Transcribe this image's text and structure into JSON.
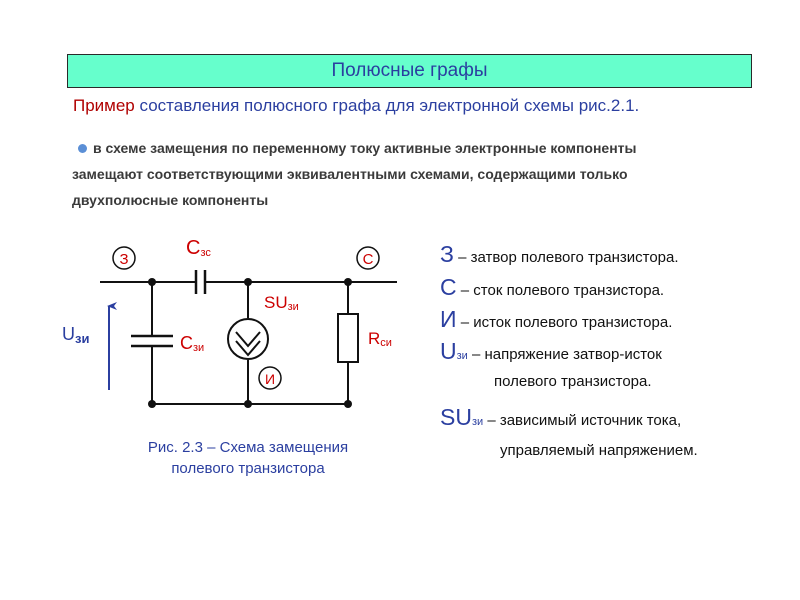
{
  "header": {
    "title": "Полюсные графы"
  },
  "subtitle": {
    "lead": "Пример",
    "rest": " составления полюсного графа для электронной схемы рис.2.1."
  },
  "bullet": {
    "line1": "в схеме замещения по переменному току активные электронные компоненты",
    "line2": "замещают соответствующими эквивалентными схемами, содержащими только",
    "line3": "двухполюсные компоненты"
  },
  "circuit": {
    "node_gate": "З",
    "node_drain": "С",
    "node_source": "И",
    "cap_gd": {
      "main": "C",
      "sub": "зс"
    },
    "cap_gs": {
      "main": "C",
      "sub": "зи"
    },
    "current_source": {
      "main": "SU",
      "sub": "зи"
    },
    "resistor": {
      "main": "R",
      "sub": "си"
    },
    "voltage": {
      "main": "U",
      "sub": "зи"
    }
  },
  "caption": {
    "line1": "Рис. 2.3 – Схема замещения",
    "line2": "полевого транзистора"
  },
  "legend": [
    {
      "symbol": "З",
      "sub": "",
      "text": " – затвор полевого транзистора."
    },
    {
      "symbol": "С",
      "sub": "",
      "text": " – сток полевого транзистора."
    },
    {
      "symbol": "И",
      "sub": "",
      "text": " – исток полевого транзистора."
    },
    {
      "symbol": "U",
      "sub": "зи",
      "text": " – напряжение затвор-исток",
      "cont": "полевого транзистора."
    },
    {
      "symbol": "SU",
      "sub": "зи",
      "text": " –  зависимый источник тока,",
      "cont": "управляемый напряжением."
    }
  ],
  "colors": {
    "accent": "#2b3fa0",
    "lead": "#b00000",
    "title_bg": "#66ffcc",
    "node_label": "#cc0000",
    "bullet_dot": "#5b8fd6"
  }
}
